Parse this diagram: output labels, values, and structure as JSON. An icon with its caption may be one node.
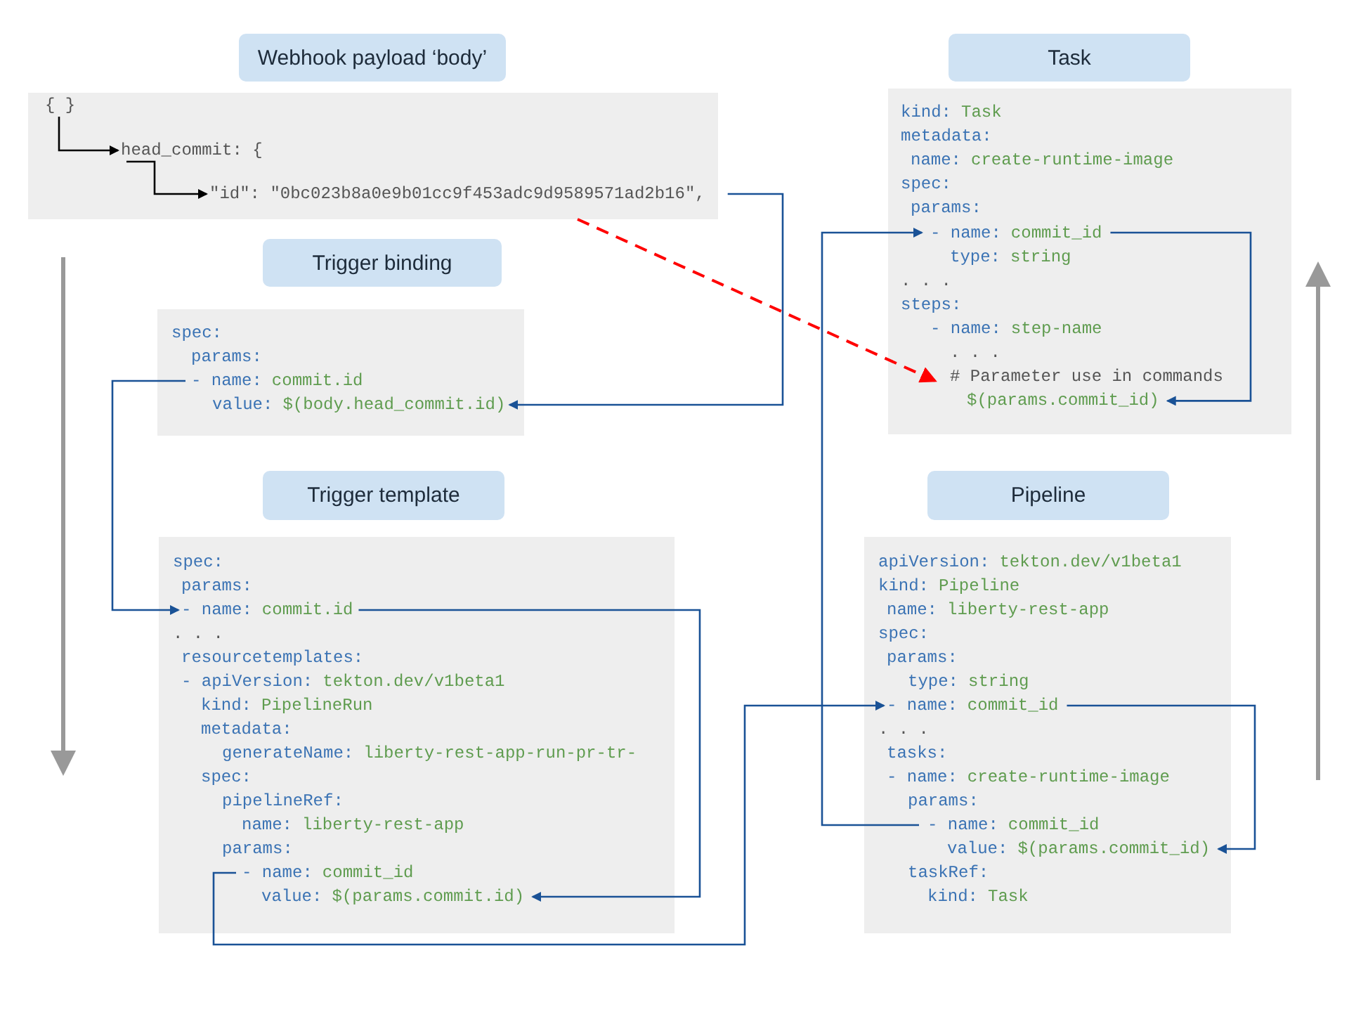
{
  "diagram": {
    "nodes": [
      {
        "text": [
          "Webhook payload ‘body’"
        ]
      },
      {
        "text": [],
        "shape": "box"
      },
      {
        "text": [
          "{ }"
        ],
        "in": 1
      },
      {
        "text": [
          "head_commit: {"
        ],
        "in": 1
      },
      {
        "text": [
          "\"id\": \"0bc023b8a0e9b01cc9f453adc9d9589571ad2b16\","
        ],
        "in": 1
      },
      {
        "text": [
          "Trigger binding"
        ]
      },
      {
        "text": [],
        "shape": "box"
      },
      {
        "text": [
          "spec:"
        ],
        "in": 6
      },
      {
        "text": [
          "params:"
        ],
        "in": 6
      },
      {
        "text": [
          "- name:",
          "commit.id"
        ],
        "in": 6
      },
      {
        "text": [
          "value:",
          "$(body.head_commit.id)"
        ],
        "in": 6
      },
      {
        "text": [
          "Trigger template"
        ]
      },
      {
        "text": [],
        "shape": "box"
      },
      {
        "text": [
          "spec:"
        ],
        "in": 12
      },
      {
        "text": [
          "params:"
        ],
        "in": 12
      },
      {
        "text": [
          "- name:",
          "commit.id"
        ],
        "in": 12
      },
      {
        "text": [
          ". . ."
        ],
        "in": 12
      },
      {
        "text": [
          "resourcetemplates:"
        ],
        "in": 12
      },
      {
        "text": [
          "- apiVersion:",
          "tekton.dev/v1beta1"
        ],
        "in": 12
      },
      {
        "text": [
          "kind:",
          "PipelineRun"
        ],
        "in": 12
      },
      {
        "text": [
          "metadata:"
        ],
        "in": 12
      },
      {
        "text": [
          "generateName:",
          "liberty-rest-app-run-pr-tr-"
        ],
        "in": 12
      },
      {
        "text": [
          "spec:"
        ],
        "in": 12
      },
      {
        "text": [
          "pipelineRef:"
        ],
        "in": 12
      },
      {
        "text": [
          "name:",
          "liberty-rest-app"
        ],
        "in": 12
      },
      {
        "text": [
          "params:"
        ],
        "in": 12
      },
      {
        "text": [
          "- name:",
          "commit_id"
        ],
        "in": 12
      },
      {
        "text": [
          "value:",
          "$(params.commit.id)"
        ],
        "in": 12
      },
      {
        "text": [
          "Task"
        ]
      },
      {
        "text": [],
        "shape": "box"
      },
      {
        "text": [
          "kind:",
          "Task"
        ],
        "in": 29
      },
      {
        "text": [
          "metadata:"
        ],
        "in": 29
      },
      {
        "text": [
          "name:",
          "create-runtime-image"
        ],
        "in": 29
      },
      {
        "text": [
          "spec:"
        ],
        "in": 29
      },
      {
        "text": [
          "params:"
        ],
        "in": 29
      },
      {
        "text": [
          "- name:",
          "commit_id"
        ],
        "in": 29
      },
      {
        "text": [
          "type:",
          "string"
        ],
        "in": 29
      },
      {
        "text": [
          ". . ."
        ],
        "in": 29
      },
      {
        "text": [
          "steps:"
        ],
        "in": 29
      },
      {
        "text": [
          "- name:",
          "step-name"
        ],
        "in": 29
      },
      {
        "text": [
          ". . ."
        ],
        "in": 29
      },
      {
        "text": [
          "# Parameter use in commands"
        ],
        "in": 29
      },
      {
        "text": [
          "$(params.commit_id)"
        ],
        "in": 29
      },
      {
        "text": [
          "Pipeline"
        ]
      },
      {
        "text": [],
        "shape": "box"
      },
      {
        "text": [
          "apiVersion:",
          "tekton.dev/v1beta1"
        ],
        "in": 44
      },
      {
        "text": [
          "kind:",
          "Pipeline"
        ],
        "in": 44
      },
      {
        "text": [
          "name:",
          "liberty-rest-app"
        ],
        "in": 44
      },
      {
        "text": [
          "spec:"
        ],
        "in": 44
      },
      {
        "text": [
          "params:"
        ],
        "in": 44
      },
      {
        "text": [
          "type:",
          "string"
        ],
        "in": 44
      },
      {
        "text": [
          "- name:",
          "commit_id"
        ],
        "in": 44
      },
      {
        "text": [
          ". . ."
        ],
        "in": 44
      },
      {
        "text": [
          "tasks:"
        ],
        "in": 44
      },
      {
        "text": [
          "- name:",
          "create-runtime-image"
        ],
        "in": 44
      },
      {
        "text": [
          "params:"
        ],
        "in": 44
      },
      {
        "text": [
          "- name:",
          "commit_id"
        ],
        "in": 44
      },
      {
        "text": [
          "value:",
          "$(params.commit_id)"
        ],
        "in": 44
      },
      {
        "text": [
          "taskRef:"
        ],
        "in": 44
      },
      {
        "text": [
          "kind:",
          "Task"
        ],
        "in": 44
      }
    ],
    "edges": [
      {
        "from": 2,
        "to": 3,
        "arrow": "to",
        "color": "#000000"
      },
      {
        "from": 3,
        "to": 4,
        "arrow": "to",
        "color": "#000000"
      },
      {
        "from": 4,
        "to": 10,
        "arrow": "to"
      },
      {
        "from": 9,
        "to": 15,
        "arrow": "to"
      },
      {
        "from": 15,
        "to": 27,
        "arrow": "to"
      },
      {
        "from": 26,
        "to": 51,
        "arrow": "to"
      },
      {
        "from": 51,
        "to": 57,
        "arrow": "to"
      },
      {
        "from": 56,
        "to": 35,
        "arrow": "to"
      },
      {
        "from": 35,
        "to": 42,
        "arrow": "to"
      },
      {
        "from": 4,
        "to": 42,
        "arrow": "to",
        "style": "dashed",
        "color": "#ff0000"
      }
    ]
  }
}
